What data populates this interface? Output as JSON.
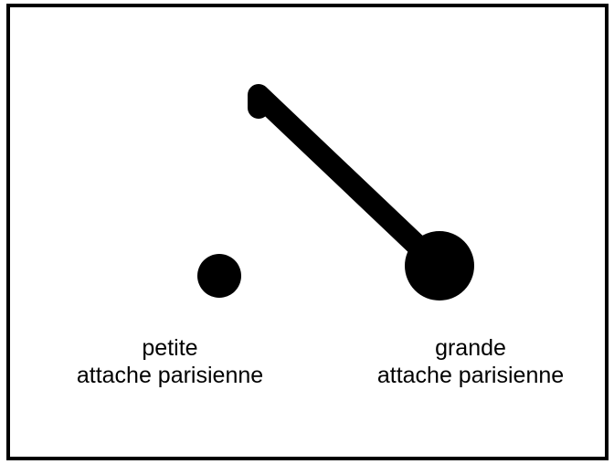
{
  "colors": {
    "ink": "#000000",
    "background": "#ffffff"
  },
  "small_fastener": {
    "line1": "petite",
    "line2": "attache parisienne"
  },
  "large_fastener": {
    "line1": "grande",
    "line2": "attache parisienne"
  }
}
